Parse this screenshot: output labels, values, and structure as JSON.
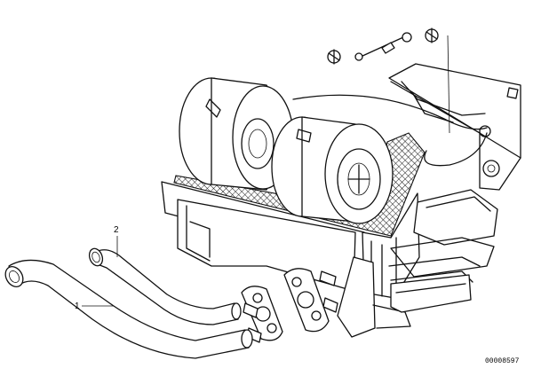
{
  "diagram": {
    "callouts": [
      {
        "id": "1",
        "text": "1"
      },
      {
        "id": "2",
        "text": "2"
      }
    ],
    "reference_number": "00008597"
  }
}
